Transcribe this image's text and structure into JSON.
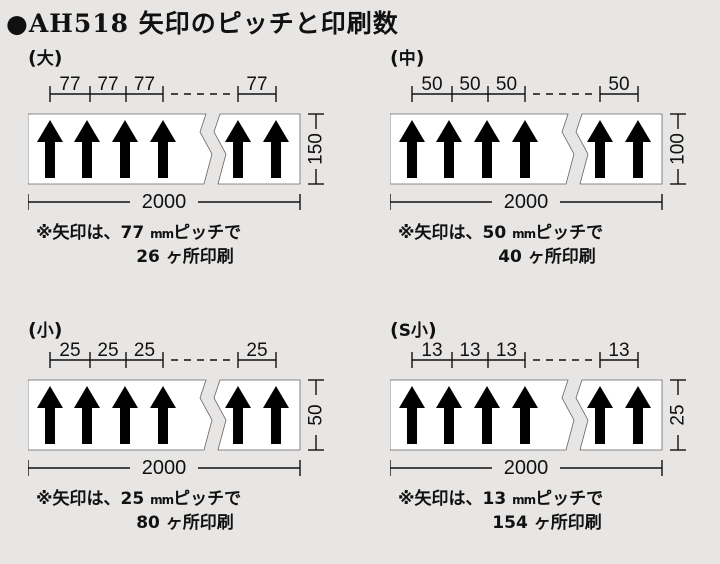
{
  "title": "●AH518 矢印のピッチと印刷数",
  "overall_width": "2000",
  "mm_unit": "mm",
  "panels": [
    {
      "size": "大",
      "pitch": "77",
      "height": "150",
      "note_prefix": "※矢印は、",
      "pitch_num": "77",
      "note_suffix": "ピッチで",
      "count_line": "26 ヶ所印刷"
    },
    {
      "size": "中",
      "pitch": "50",
      "height": "100",
      "note_prefix": "※矢印は、",
      "pitch_num": "50",
      "note_suffix": "ピッチで",
      "count_line": "40 ヶ所印刷"
    },
    {
      "size": "小",
      "pitch": "25",
      "height": "50",
      "note_prefix": "※矢印は、",
      "pitch_num": "25",
      "note_suffix": "ピッチで",
      "count_line": "80 ヶ所印刷"
    },
    {
      "size": "S小",
      "pitch": "13",
      "height": "25",
      "note_prefix": "※矢印は、",
      "pitch_num": "13",
      "note_suffix": "ピッチで",
      "count_line": "154 ヶ所印刷"
    }
  ]
}
